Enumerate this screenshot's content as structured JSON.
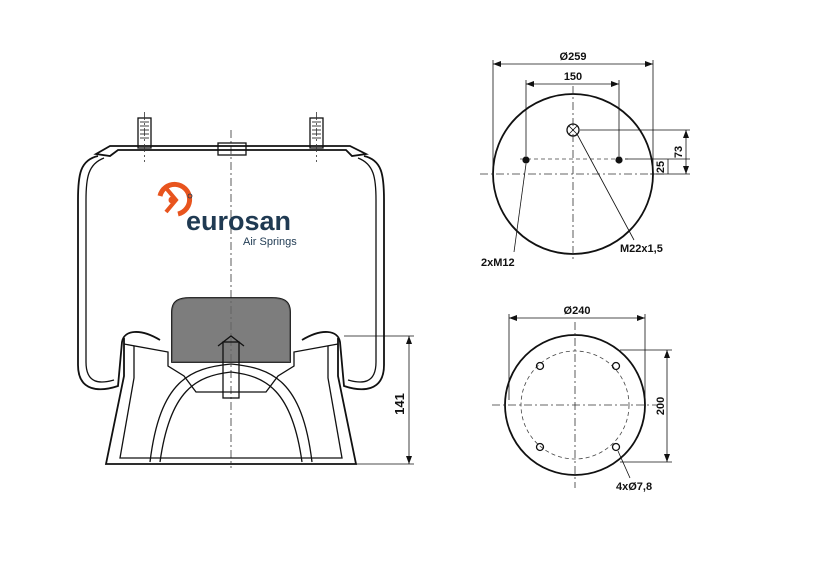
{
  "brand": {
    "name": "eurosan",
    "tagline": "Air Springs",
    "accent_color": "#e8541e",
    "text_color": "#1f3a52"
  },
  "top_plate": {
    "outer_diameter": "Ø259",
    "stud_spacing": "150",
    "offset_25": "25",
    "offset_73": "73",
    "studs_label": "2xM12",
    "air_inlet_label": "M22x1,5"
  },
  "bottom_plate": {
    "outer_diameter": "Ø240",
    "hole_circle": "200",
    "holes_label": "4xØ7,8"
  },
  "side_view": {
    "height_dimension": "141"
  }
}
